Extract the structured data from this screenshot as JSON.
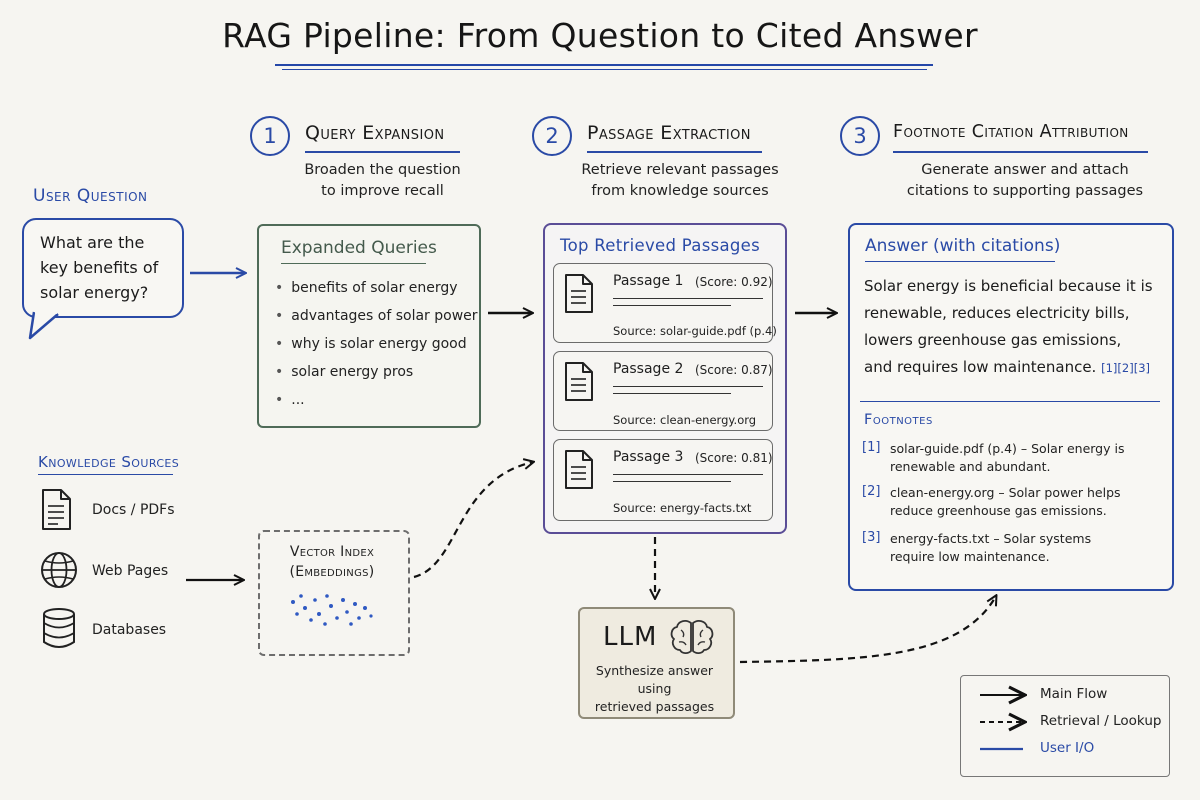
{
  "title": "RAG Pipeline: From Question to Cited Answer",
  "user_question": {
    "label": "User Question",
    "lines": [
      "What are the",
      "key benefits of",
      "solar energy?"
    ]
  },
  "steps": [
    {
      "number": "1",
      "title": "Query Expansion",
      "desc": [
        "Broaden the question",
        "to improve recall"
      ]
    },
    {
      "number": "2",
      "title": "Passage Extraction",
      "desc": [
        "Retrieve relevant passages",
        "from knowledge sources"
      ]
    },
    {
      "number": "3",
      "title": "Footnote Citation Attribution",
      "desc": [
        "Generate answer and attach",
        "citations to supporting passages"
      ]
    }
  ],
  "expanded_queries": {
    "title": "Expanded Queries",
    "items": [
      "benefits of solar energy",
      "advantages of solar power",
      "why is solar energy good",
      "solar energy pros",
      "..."
    ]
  },
  "retrieved": {
    "title": "Top Retrieved Passages",
    "passages": [
      {
        "name": "Passage 1",
        "score": "(Score: 0.92)",
        "source": "Source: solar-guide.pdf (p.4)"
      },
      {
        "name": "Passage 2",
        "score": "(Score: 0.87)",
        "source": "Source: clean-energy.org"
      },
      {
        "name": "Passage 3",
        "score": "(Score: 0.81)",
        "source": "Source: energy-facts.txt"
      }
    ]
  },
  "answer": {
    "title": "Answer (with citations)",
    "lines": [
      "Solar energy is beneficial because it is",
      "renewable, reduces electricity bills,",
      "lowers greenhouse gas emissions,",
      "and requires low maintenance."
    ],
    "citations": [
      "[1]",
      "[2]",
      "[3]"
    ],
    "footnotes_title": "Footnotes",
    "footnotes": [
      {
        "num": "[1]",
        "lines": [
          "solar-guide.pdf (p.4) – Solar energy is",
          "renewable and abundant."
        ]
      },
      {
        "num": "[2]",
        "lines": [
          "clean-energy.org – Solar power helps",
          "reduce greenhouse gas emissions."
        ]
      },
      {
        "num": "[3]",
        "lines": [
          "energy-facts.txt – Solar systems",
          "require low maintenance."
        ]
      }
    ]
  },
  "knowledge_sources": {
    "title": "Knowledge Sources",
    "items": [
      {
        "label": "Docs / PDFs",
        "icon": "document-icon"
      },
      {
        "label": "Web Pages",
        "icon": "globe-icon"
      },
      {
        "label": "Databases",
        "icon": "database-icon"
      }
    ]
  },
  "vector_index": {
    "lines": [
      "Vector Index",
      "(Embeddings)"
    ]
  },
  "llm": {
    "title": "LLM",
    "desc": [
      "Synthesize answer using",
      "retrieved passages"
    ],
    "icon": "brain-icon"
  },
  "legend": {
    "items": [
      {
        "label": "Main Flow",
        "style": "solid-arrow"
      },
      {
        "label": "Retrieval / Lookup",
        "style": "dashed-arrow"
      },
      {
        "label": "User I/O",
        "style": "blue-line"
      }
    ]
  },
  "colors": {
    "accent_blue": "#2a4aa6",
    "green": "#4f6b58",
    "purple": "#5a4d96",
    "llm_fill": "#efebe0"
  }
}
